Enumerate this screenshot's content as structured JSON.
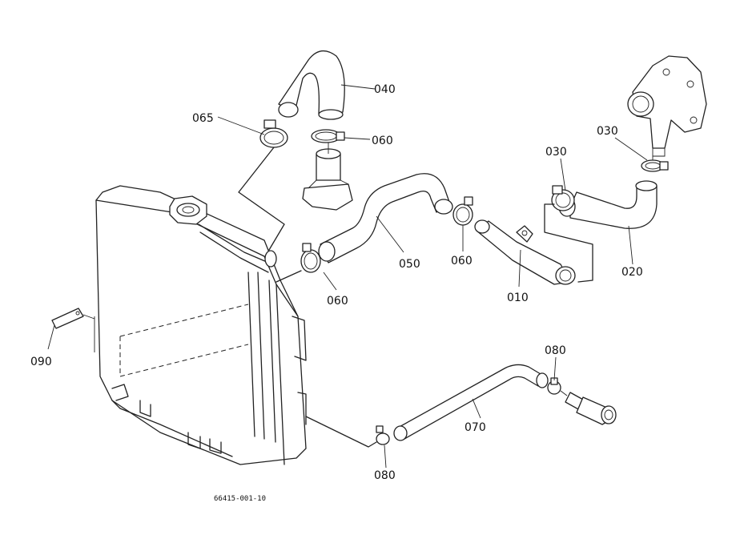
{
  "labels": {
    "p040": "040",
    "p065": "065",
    "p060a": "060",
    "p030a": "030",
    "p030b": "030",
    "p050": "050",
    "p060b": "060",
    "p060c": "060",
    "p010": "010",
    "p020": "020",
    "p090": "090",
    "p080a": "080",
    "p080b": "080",
    "p070": "070"
  },
  "drawing_code": "66415-001-10"
}
